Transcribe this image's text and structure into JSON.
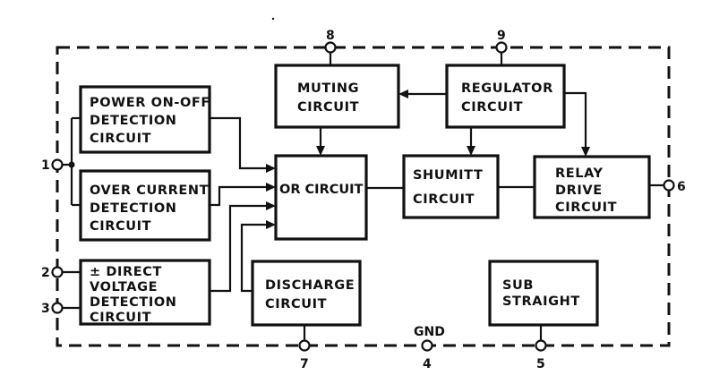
{
  "diagram": {
    "type": "block-diagram",
    "blocks": [
      {
        "id": "power",
        "lines": [
          "POWER ON-OFF",
          "DETECTION",
          "CIRCUIT"
        ]
      },
      {
        "id": "overcurrent",
        "lines": [
          "OVER CURRENT",
          "DETECTION",
          "CIRCUIT"
        ]
      },
      {
        "id": "directvoltage",
        "lines": [
          "± DIRECT",
          "VOLTAGE",
          "DETECTION",
          "CIRCUIT"
        ]
      },
      {
        "id": "muting",
        "lines": [
          "MUTING",
          "CIRCUIT"
        ]
      },
      {
        "id": "regulator",
        "lines": [
          "REGULATOR",
          "CIRCUIT"
        ]
      },
      {
        "id": "or",
        "lines": [
          "OR CIRCUIT"
        ]
      },
      {
        "id": "shumitt",
        "lines": [
          "SHUMITT",
          "CIRCUIT"
        ]
      },
      {
        "id": "relay",
        "lines": [
          "RELAY",
          "DRIVE",
          "CIRCUIT"
        ]
      },
      {
        "id": "discharge",
        "lines": [
          "DISCHARGE",
          "CIRCUIT"
        ]
      },
      {
        "id": "sub",
        "lines": [
          "SUB",
          "STRAIGHT"
        ]
      }
    ],
    "pins": [
      {
        "id": "p1",
        "label": "1"
      },
      {
        "id": "p2",
        "label": "2"
      },
      {
        "id": "p3",
        "label": "3"
      },
      {
        "id": "p4",
        "label": "4",
        "name": "GND"
      },
      {
        "id": "p5",
        "label": "5"
      },
      {
        "id": "p6",
        "label": "6"
      },
      {
        "id": "p7",
        "label": "7"
      },
      {
        "id": "p8",
        "label": "8"
      },
      {
        "id": "p9",
        "label": "9"
      }
    ],
    "connections": [
      {
        "from": "p1",
        "to": "power"
      },
      {
        "from": "p1",
        "to": "overcurrent"
      },
      {
        "from": "p2",
        "to": "directvoltage"
      },
      {
        "from": "p3",
        "to": "directvoltage"
      },
      {
        "from": "power",
        "to": "or",
        "arrow": true
      },
      {
        "from": "overcurrent",
        "to": "or",
        "arrow": true
      },
      {
        "from": "directvoltage",
        "to": "or",
        "arrow": true
      },
      {
        "from": "discharge",
        "to": "or",
        "arrow": true
      },
      {
        "from": "muting",
        "to": "or",
        "arrow": true
      },
      {
        "from": "regulator",
        "to": "muting",
        "arrow": true
      },
      {
        "from": "regulator",
        "to": "shumitt",
        "arrow": true
      },
      {
        "from": "regulator",
        "to": "relay",
        "arrow": true
      },
      {
        "from": "or",
        "to": "shumitt"
      },
      {
        "from": "shumitt",
        "to": "relay"
      },
      {
        "from": "relay",
        "to": "p6"
      },
      {
        "from": "p8",
        "to": "muting"
      },
      {
        "from": "p9",
        "to": "regulator"
      },
      {
        "from": "discharge",
        "to": "p7"
      },
      {
        "from": "sub",
        "to": "p5"
      }
    ]
  }
}
